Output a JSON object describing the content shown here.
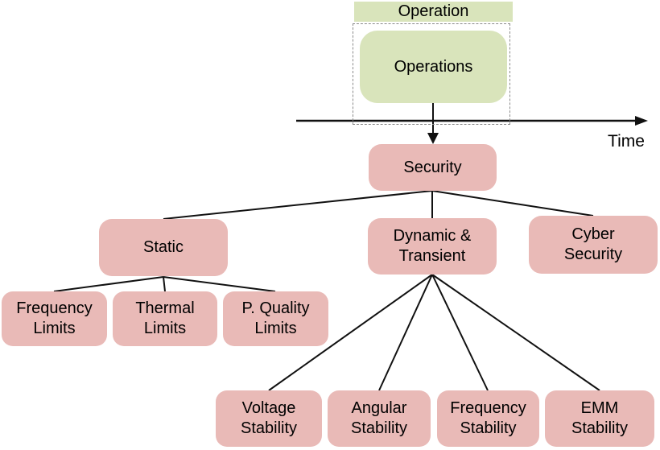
{
  "colors": {
    "node_green": "#d9e4bb",
    "node_pink": "#e9bab7",
    "line": "#111111",
    "dashed_border": "#8a8a8a"
  },
  "timeline": {
    "header_label": "Operation",
    "process_label": "Operations",
    "axis_label": "Time"
  },
  "tree": {
    "root": {
      "label": "Security"
    },
    "branches": [
      {
        "label": "Static"
      },
      {
        "label": "Dynamic &\nTransient"
      },
      {
        "label": "Cyber\nSecurity"
      }
    ],
    "static_children": [
      {
        "label": "Frequency\nLimits"
      },
      {
        "label": "Thermal\nLimits"
      },
      {
        "label": "P. Quality\nLimits"
      }
    ],
    "dynamic_children": [
      {
        "label": "Voltage\nStability"
      },
      {
        "label": "Angular\nStability"
      },
      {
        "label": "Frequency\nStability"
      },
      {
        "label": "EMM\nStability"
      }
    ]
  }
}
